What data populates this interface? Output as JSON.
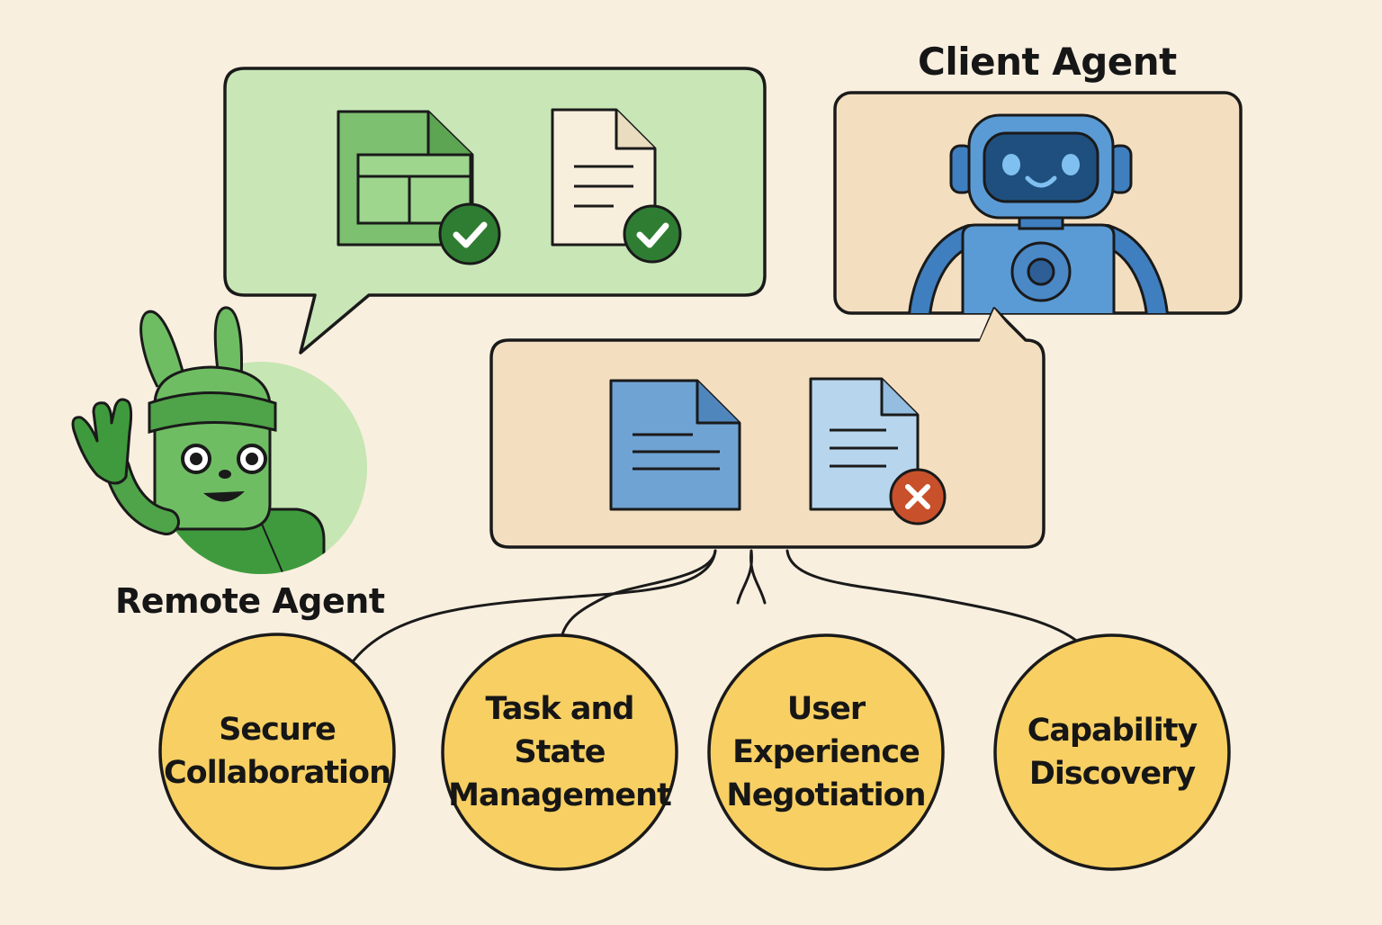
{
  "labels": {
    "client_agent": "Client Agent",
    "remote_agent": "Remote Agent"
  },
  "capabilities": [
    {
      "lines": [
        "Secure",
        "Collaboration"
      ]
    },
    {
      "lines": [
        "Task and",
        "State",
        "Management"
      ]
    },
    {
      "lines": [
        "User",
        "Experience",
        "Negotiation"
      ]
    },
    {
      "lines": [
        "Capability",
        "Discovery"
      ]
    }
  ],
  "colors": {
    "background": "#f9efdf",
    "remote_bubble": "#c9e6b7",
    "client_panel": "#f3dfc0",
    "capability_fill": "#f7cf63",
    "robot_blue": "#5b9bd5",
    "robot_green": "#5fb05a",
    "check_badge": "#2f7d32",
    "reject_badge": "#c8512b"
  },
  "icons": {
    "accepted_documents": [
      "spreadsheet-icon",
      "text-document-icon"
    ],
    "pending_documents": [
      "text-document-icon",
      "rejected-document-icon"
    ],
    "status": [
      "checkmark-icon",
      "x-mark-icon"
    ]
  }
}
